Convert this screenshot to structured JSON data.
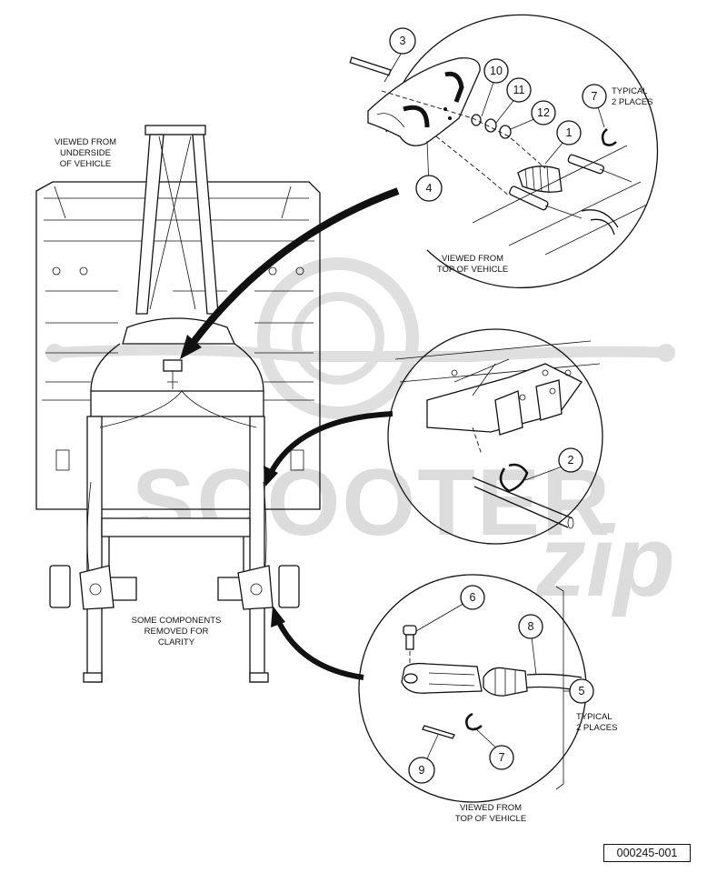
{
  "labels": {
    "underside": [
      "VIEWED FROM",
      "UNDERSIDE",
      "OF VEHICLE"
    ],
    "top_view_1": [
      "VIEWED FROM",
      "TOP OF VEHICLE"
    ],
    "top_view_2": [
      "VIEWED FROM",
      "TOP OF VEHICLE"
    ],
    "typical_1": [
      "TYPICAL",
      "2 PLACES"
    ],
    "typical_2": [
      "TYPICAL",
      "2 PLACES"
    ],
    "removed": [
      "SOME COMPONENTS",
      "REMOVED FOR",
      "CLARITY"
    ]
  },
  "callouts": {
    "c1": "1",
    "c2": "2",
    "c3": "3",
    "c4": "4",
    "c5": "5",
    "c6": "6",
    "c7a": "7",
    "c7b": "7",
    "c8": "8",
    "c9": "9",
    "c10": "10",
    "c11": "11",
    "c12": "12"
  },
  "watermark": {
    "brand": "SCOOTER",
    "script": "zip"
  },
  "part_number": "000245-001"
}
